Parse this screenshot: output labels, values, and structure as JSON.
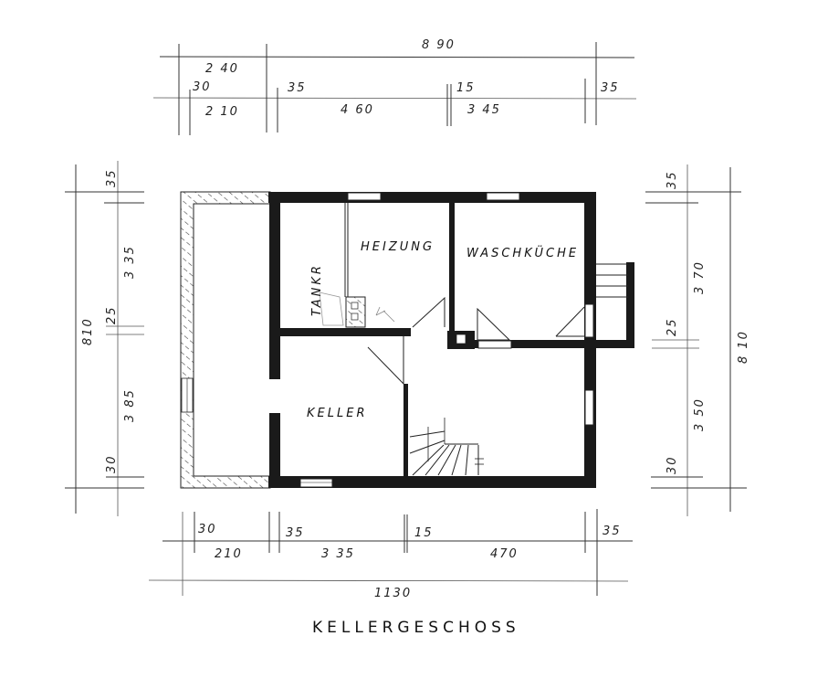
{
  "title": "KELLERGESCHOSS",
  "rooms": {
    "heizung": "HEIZUNG",
    "waschkueche": "WASCHKÜCHE",
    "tankraum": "TANKR",
    "keller": "KELLER"
  },
  "dimensions": {
    "top": {
      "overall": "8 90",
      "left_block": "2 40",
      "row2": [
        "30",
        "2 10",
        "35",
        "4 60",
        "15",
        "3 45",
        "35"
      ]
    },
    "bottom": {
      "row1": [
        "30",
        "210",
        "35",
        "3 35",
        "15",
        "470",
        "35"
      ],
      "overall": "1130"
    },
    "left": {
      "overall": "810",
      "segments": [
        "35",
        "3 35",
        "25",
        "3 85",
        "30"
      ]
    },
    "right": {
      "overall": "8 10",
      "segments": [
        "35",
        "3 70",
        "25",
        "3 50",
        "30"
      ]
    }
  },
  "colors": {
    "wall": "#1a1a1a",
    "line": "#333333",
    "background": "#ffffff"
  }
}
